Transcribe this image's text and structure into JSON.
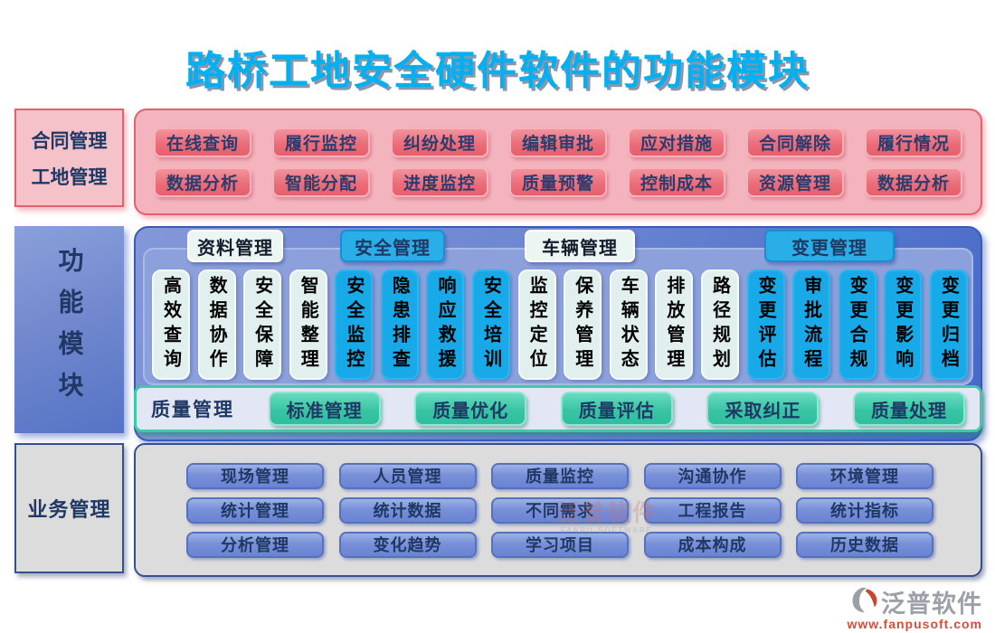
{
  "title": "路桥工地安全硬件软件的功能模块",
  "contract_section": {
    "label_line1": "合同管理",
    "label_line2": "工地管理",
    "row1": [
      "在线查询",
      "履行监控",
      "纠纷处理",
      "编辑审批",
      "应对措施",
      "合同解除",
      "履行情况"
    ],
    "row2": [
      "数据分析",
      "智能分配",
      "进度监控",
      "质量预警",
      "控制成本",
      "资源管理",
      "数据分析"
    ]
  },
  "function_section": {
    "label": "功能模块",
    "tabs": [
      {
        "label": "资料管理",
        "style": "light"
      },
      {
        "label": "安全管理",
        "style": "cyan"
      },
      {
        "label": "车辆管理",
        "style": "light"
      },
      {
        "label": "变更管理",
        "style": "cyan"
      }
    ],
    "cards": [
      {
        "label": "高效查询",
        "style": "light"
      },
      {
        "label": "数据协作",
        "style": "light"
      },
      {
        "label": "安全保障",
        "style": "light"
      },
      {
        "label": "智能整理",
        "style": "light"
      },
      {
        "label": "安全监控",
        "style": "cyan"
      },
      {
        "label": "隐患排查",
        "style": "cyan"
      },
      {
        "label": "响应救援",
        "style": "cyan"
      },
      {
        "label": "安全培训",
        "style": "cyan"
      },
      {
        "label": "监控定位",
        "style": "light"
      },
      {
        "label": "保养管理",
        "style": "light"
      },
      {
        "label": "车辆状态",
        "style": "light"
      },
      {
        "label": "排放管理",
        "style": "light"
      },
      {
        "label": "路径规划",
        "style": "light"
      },
      {
        "label": "变更评估",
        "style": "cyan"
      },
      {
        "label": "审批流程",
        "style": "cyan"
      },
      {
        "label": "变更合规",
        "style": "cyan"
      },
      {
        "label": "变更影响",
        "style": "cyan"
      },
      {
        "label": "变更归档",
        "style": "cyan"
      }
    ],
    "quality_label": "质量管理",
    "quality_buttons": [
      "标准管理",
      "质量优化",
      "质量评估",
      "采取纠正",
      "质量处理"
    ]
  },
  "business_section": {
    "label": "业务管理",
    "row1": [
      "现场管理",
      "人员管理",
      "质量监控",
      "沟通协作",
      "环境管理"
    ],
    "row2": [
      "统计管理",
      "统计数据",
      "不同需求",
      "工程报告",
      "统计指标"
    ],
    "row3": [
      "分析管理",
      "变化趋势",
      "学习项目",
      "成本构成",
      "历史数据"
    ]
  },
  "watermark": {
    "text": "泛普软件",
    "subtext": "FANPU SOFTWARE"
  },
  "logo": {
    "name": "泛普软件",
    "url": "www.fanpusoft.com"
  },
  "colors": {
    "title": "#00B0F0",
    "navy_text": "#1F3864",
    "red_border": "#E5606E",
    "red_panel": "#F3B4BE",
    "cyan": "#29AEE8",
    "teal": "#40C9A7",
    "blue_panel": "#7E96D8",
    "gray_panel": "#DCDCDC",
    "logo_gray": "#9CA1A9",
    "logo_red": "#D0503C"
  }
}
